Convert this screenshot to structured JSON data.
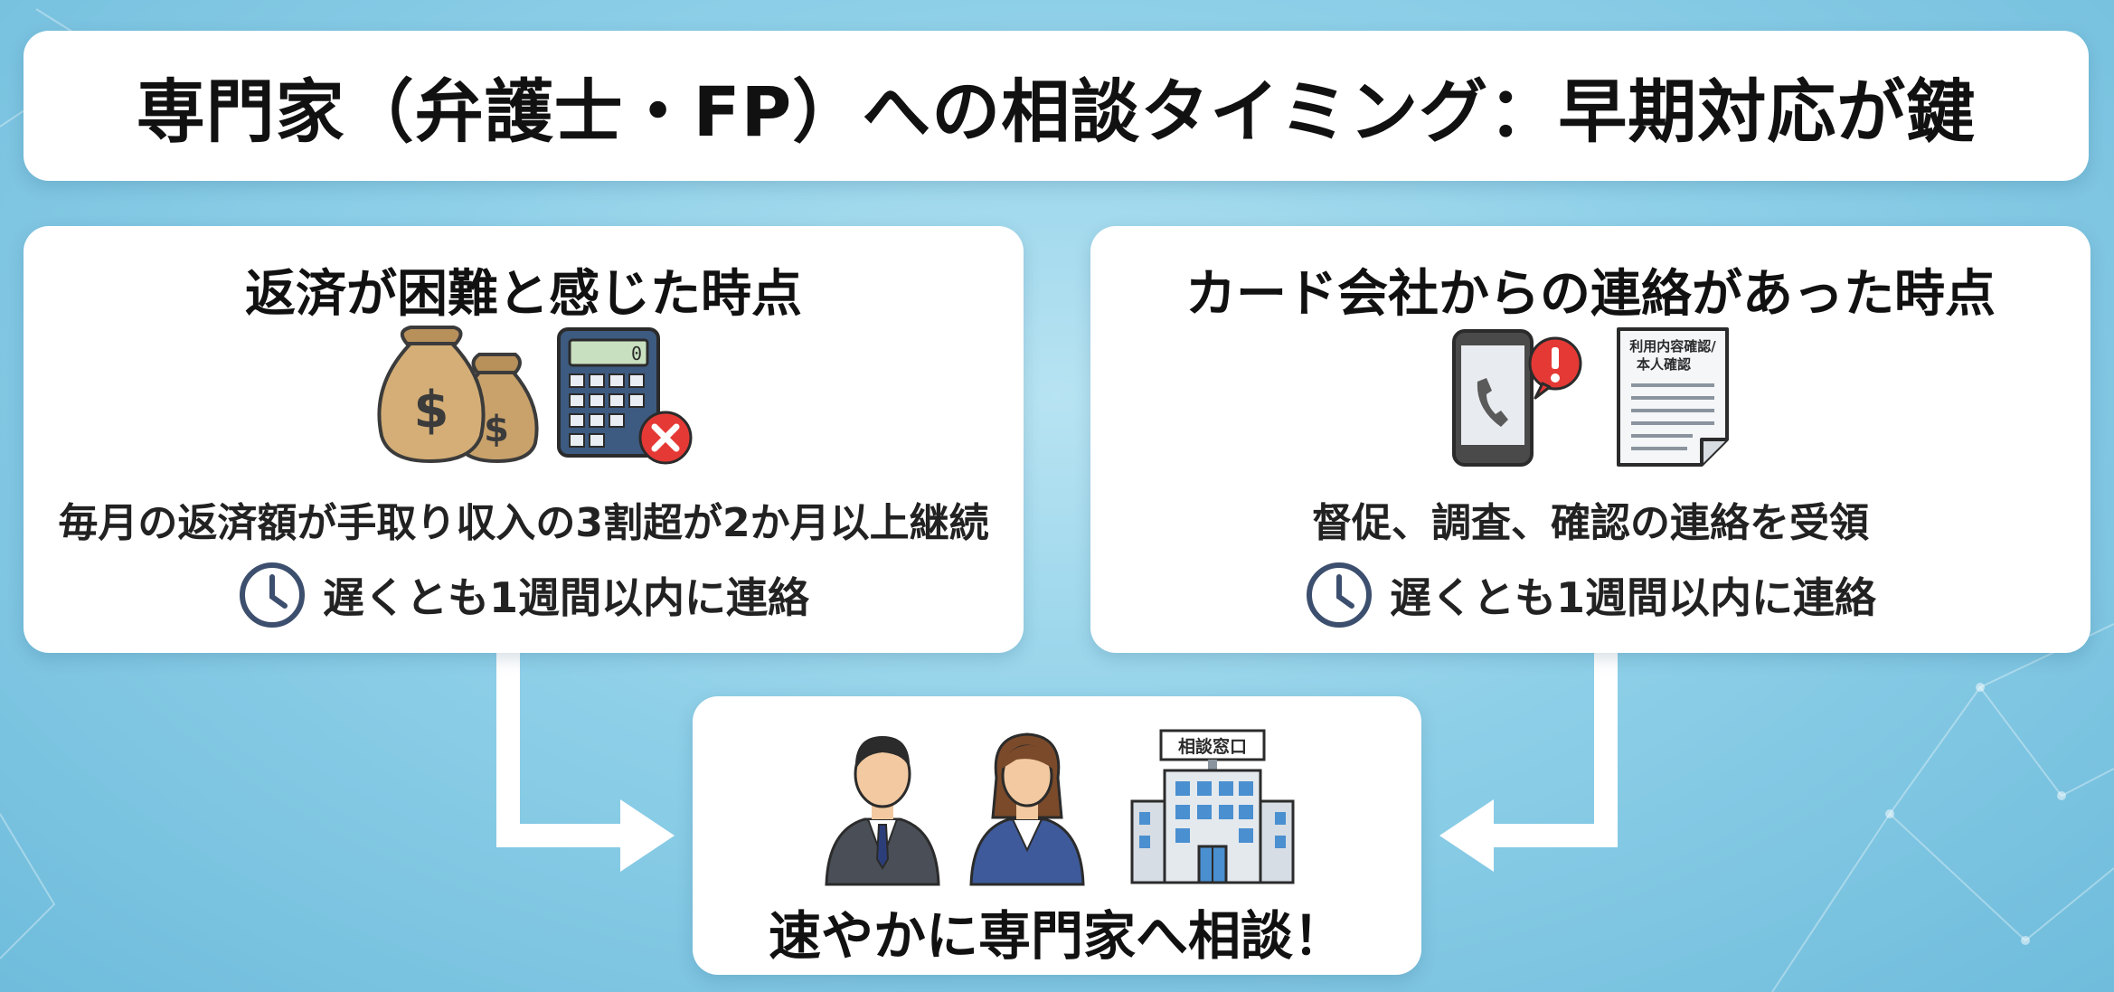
{
  "title": "専門家（弁護士・FP）への相談タイミング：早期対応が鍵",
  "left_box": {
    "heading": "返済が困難と感じた時点",
    "calculator_display": "0",
    "description": "毎月の返済額が手取り収入の3割超が2か月以上継続",
    "deadline": "遅くとも1週間以内に連絡"
  },
  "right_box": {
    "heading": "カード会社からの連絡があった時点",
    "document_label_line1": "利用内容確認/",
    "document_label_line2": "本人確認",
    "description": "督促、調査、確認の連絡を受領",
    "deadline": "遅くとも1週間以内に連絡"
  },
  "bottom_box": {
    "building_sign": "相談窓口",
    "text": "速やかに専門家へ相談！"
  },
  "icons": {
    "money_bags": "money-bag-icon",
    "calculator": "calculator-icon",
    "phone_alert": "phone-alert-icon",
    "document": "document-icon",
    "clock": "clock-icon",
    "male_advisor": "male-advisor-icon",
    "female_advisor": "female-advisor-icon",
    "building": "building-icon"
  },
  "colors": {
    "background": "#8fd0e8",
    "card": "#ffffff",
    "navy": "#3d4f6e",
    "alert_red": "#e53935",
    "money_tan": "#c9a26b"
  }
}
